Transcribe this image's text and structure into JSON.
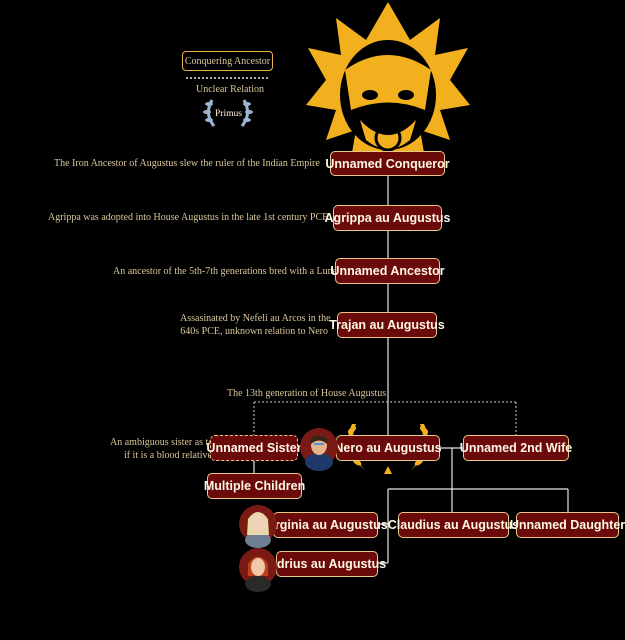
{
  "legend": {
    "box_label": "Conquering Ancestor",
    "line_label": "Unclear Relation",
    "laurel_label": "Primus"
  },
  "nodes": {
    "conqueror": "Unnamed Conqueror",
    "agrippa": "Agrippa au Augustus",
    "ancestor": "Unnamed Ancestor",
    "trajan": "Trajan au Augustus",
    "sister": "Unnamed Sister",
    "nero": "Nero au Augustus",
    "wife2": "Unnamed 2nd Wife",
    "multiple": "Multiple Children",
    "virginia": "Virginia au Augustus",
    "claudius": "Claudius au Augustus",
    "daughter": "Unnamed Daughter",
    "adrius": "Adrius au Augustus"
  },
  "notes": {
    "conqueror": "The Iron Ancestor of Augustus slew the ruler of the Indian Empire",
    "agrippa": "Agrippa was adopted into House Augustus in the late 1st century PCE",
    "ancestor": "An ancestor of the 5th-7th generations bred with a Lune",
    "trajan_1": "Assasinated by Nefeli au Arcos in the",
    "trajan_2": "640s PCE,  unknown relation to Nero",
    "generation": "The 13th generation of House Augustus",
    "sister_1": "An ambiguous sister as to",
    "sister_2": "if it is a blood relative"
  },
  "colors": {
    "background": "#000000",
    "node_fill": "#6b0a0a",
    "node_border": "#e8c98a",
    "line": "#e6e6e6",
    "gold": "#f2b01e"
  }
}
